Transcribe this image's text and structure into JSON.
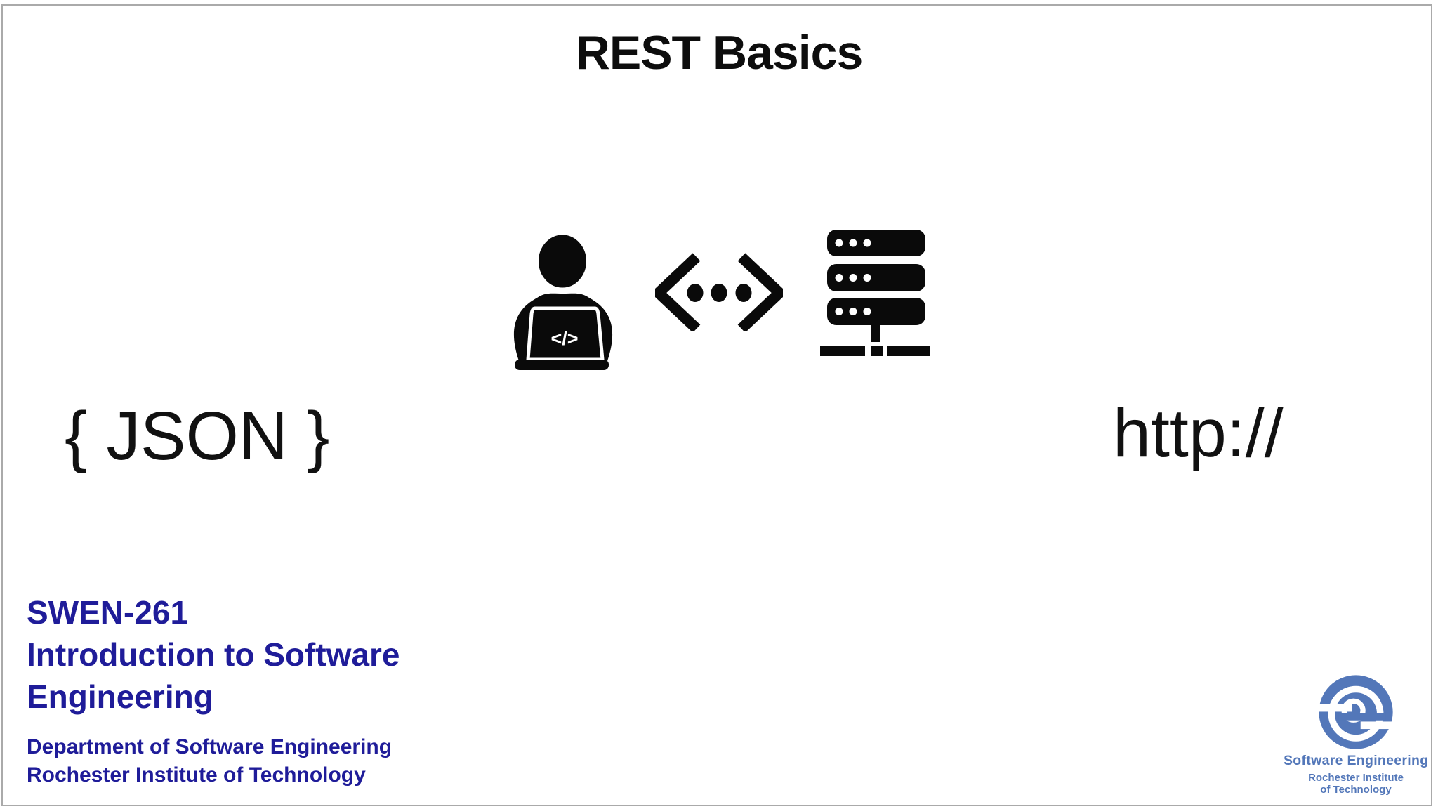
{
  "slide": {
    "title": "REST Basics"
  },
  "diagram": {
    "json_label": "{ JSON }",
    "http_label": "http://",
    "laptop_code_glyph": "</>",
    "icons": [
      "developer-at-laptop-icon",
      "code-transfer-icon",
      "server-stack-icon"
    ]
  },
  "footer": {
    "course_id": "SWEN-261",
    "course_title": "Introduction to Software Engineering",
    "department": "Department of Software Engineering",
    "institution": "Rochester Institute of Technology"
  },
  "logo": {
    "title": "Software Engineering",
    "subtitle_line1": "Rochester Institute",
    "subtitle_line2": "of Technology"
  },
  "colors": {
    "ink": "#0d0d0d",
    "navy": "#1f1c99",
    "logo_blue": "#5377b9",
    "border_gray": "#aaaaaa"
  }
}
